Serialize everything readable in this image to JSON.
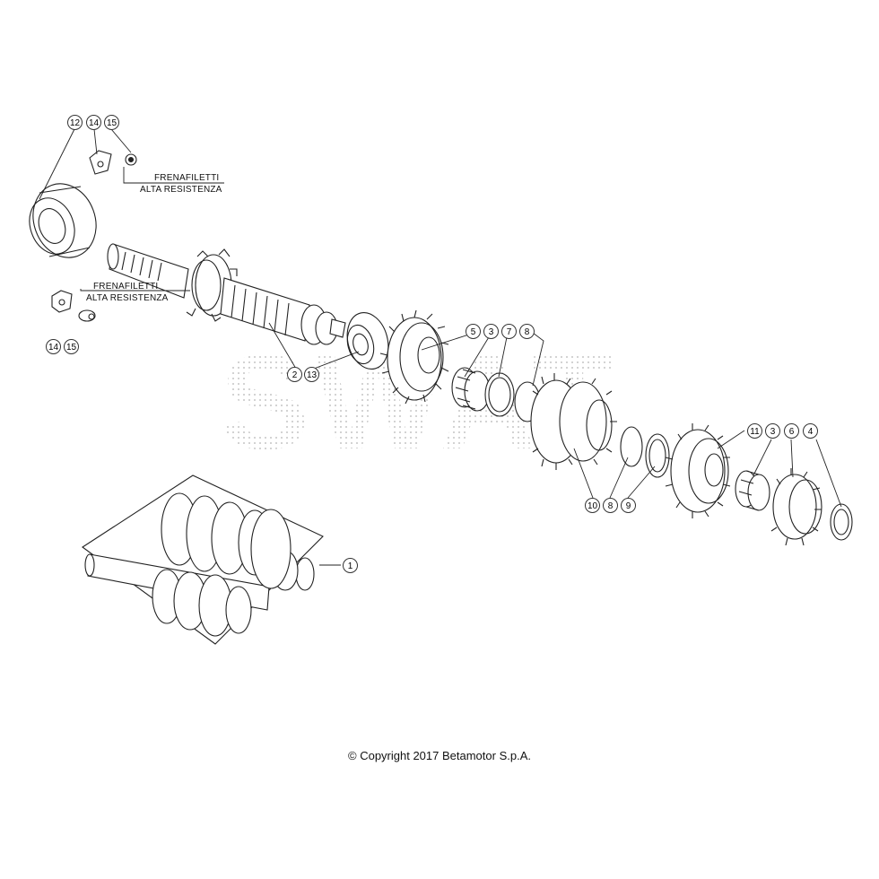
{
  "watermark": "SWAT",
  "notes": {
    "threadlock_top": {
      "line1": "FRENAFILETTI",
      "line2": "ALTA RESISTENZA"
    },
    "threadlock_left": {
      "line1": "FRENAFILETTI",
      "line2": "ALTA RESISTENZA"
    }
  },
  "callouts": {
    "c12": "12",
    "c14a": "14",
    "c15a": "15",
    "c14b": "14",
    "c15b": "15",
    "c2": "2",
    "c13": "13",
    "c5": "5",
    "c3a": "3",
    "c7": "7",
    "c8a": "8",
    "c10": "10",
    "c8b": "8",
    "c9": "9",
    "c11": "11",
    "c3b": "3",
    "c6": "6",
    "c4": "4",
    "c1": "1"
  },
  "copyright": "© Copyright 2017 Betamotor S.p.A."
}
